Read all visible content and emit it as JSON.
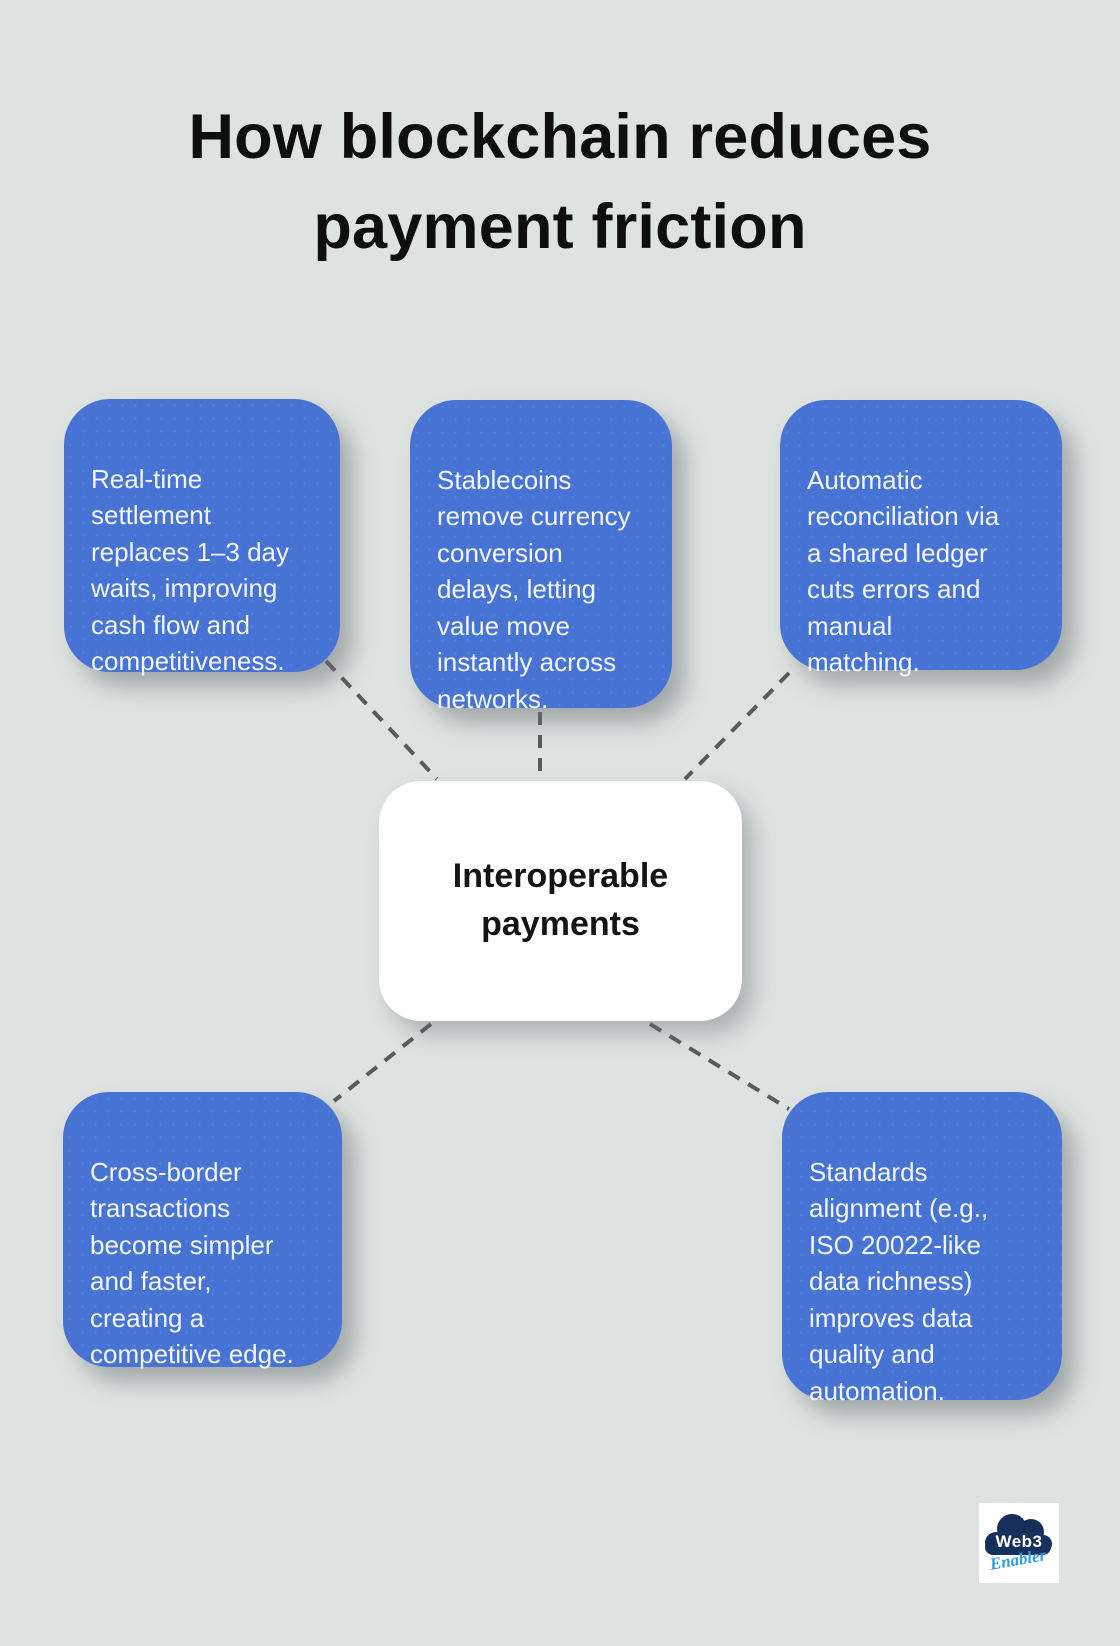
{
  "title": "How blockchain reduces\npayment friction",
  "center_node": {
    "label": "Interoperable payments"
  },
  "factor_cards": [
    {
      "id": "real-time-settlement",
      "text": "Real-time\nsettlement\nreplaces 1–3 day\nwaits, improving\ncash flow and\ncompetitiveness."
    },
    {
      "id": "stablecoins",
      "text": "Stablecoins\nremove currency\nconversion\ndelays, letting\nvalue move\ninstantly across\nnetworks."
    },
    {
      "id": "automatic-reconciliation",
      "text": "Automatic\nreconciliation via\na shared ledger\ncuts errors and\nmanual\nmatching."
    },
    {
      "id": "cross-border",
      "text": "Cross-border\ntransactions\nbecome simpler\nand faster,\ncreating a\ncompetitive edge."
    },
    {
      "id": "standards-alignment",
      "text": "Standards\nalignment (e.g.,\nISO 20022-like\ndata richness)\nimproves data\nquality and\nautomation."
    }
  ],
  "logo": {
    "name": "Web3",
    "script": "Enabler"
  },
  "colors": {
    "background": "#dee2e1",
    "card_blue": "#4673d4",
    "card_text": "#f3f6fa",
    "center_bg": "#ffffff",
    "center_text": "#141414",
    "connector_gray": "#565c5b",
    "title_text": "#0e0e0e",
    "logo_navy": "#16305c",
    "logo_blue": "#2d9ce0"
  }
}
